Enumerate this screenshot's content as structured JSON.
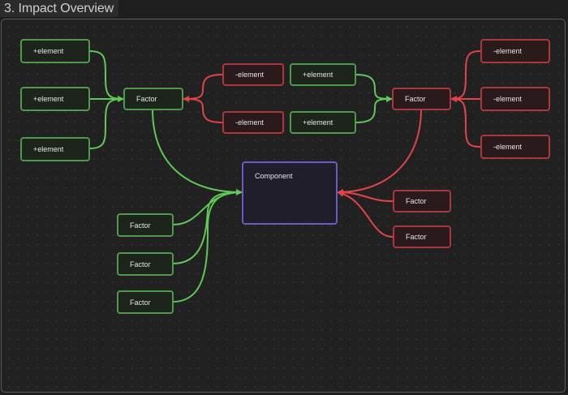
{
  "title": "3. Impact Overview",
  "colors": {
    "positive": "#5fc858",
    "negative": "#e04448",
    "component": "#6d5ac4"
  },
  "nodes": {
    "pos_el_1": "+element",
    "pos_el_2": "+element",
    "pos_el_3": "+element",
    "factor_left": "Factor",
    "neg_el_1": "-element",
    "neg_el_2": "-element",
    "pos_el_4": "+element",
    "pos_el_5": "+element",
    "factor_right": "Factor",
    "neg_el_3": "-element",
    "neg_el_4": "-element",
    "neg_el_5": "-element",
    "component": "Component",
    "factor_pos_1": "Factor",
    "factor_pos_2": "Factor",
    "factor_pos_3": "Factor",
    "factor_neg_1": "Factor",
    "factor_neg_2": "Factor"
  },
  "edges": [
    {
      "from": "pos_el_1",
      "to": "factor_left",
      "polarity": "positive"
    },
    {
      "from": "pos_el_2",
      "to": "factor_left",
      "polarity": "positive"
    },
    {
      "from": "pos_el_3",
      "to": "factor_left",
      "polarity": "positive"
    },
    {
      "from": "neg_el_1",
      "to": "factor_left",
      "polarity": "negative"
    },
    {
      "from": "neg_el_2",
      "to": "factor_left",
      "polarity": "negative"
    },
    {
      "from": "pos_el_4",
      "to": "factor_right",
      "polarity": "positive"
    },
    {
      "from": "pos_el_5",
      "to": "factor_right",
      "polarity": "positive"
    },
    {
      "from": "neg_el_3",
      "to": "factor_right",
      "polarity": "negative"
    },
    {
      "from": "neg_el_4",
      "to": "factor_right",
      "polarity": "negative"
    },
    {
      "from": "neg_el_5",
      "to": "factor_right",
      "polarity": "negative"
    },
    {
      "from": "factor_left",
      "to": "component",
      "polarity": "positive"
    },
    {
      "from": "factor_right",
      "to": "component",
      "polarity": "negative"
    },
    {
      "from": "factor_pos_1",
      "to": "component",
      "polarity": "positive"
    },
    {
      "from": "factor_pos_2",
      "to": "component",
      "polarity": "positive"
    },
    {
      "from": "factor_pos_3",
      "to": "component",
      "polarity": "positive"
    },
    {
      "from": "factor_neg_1",
      "to": "component",
      "polarity": "negative"
    },
    {
      "from": "factor_neg_2",
      "to": "component",
      "polarity": "negative"
    }
  ]
}
